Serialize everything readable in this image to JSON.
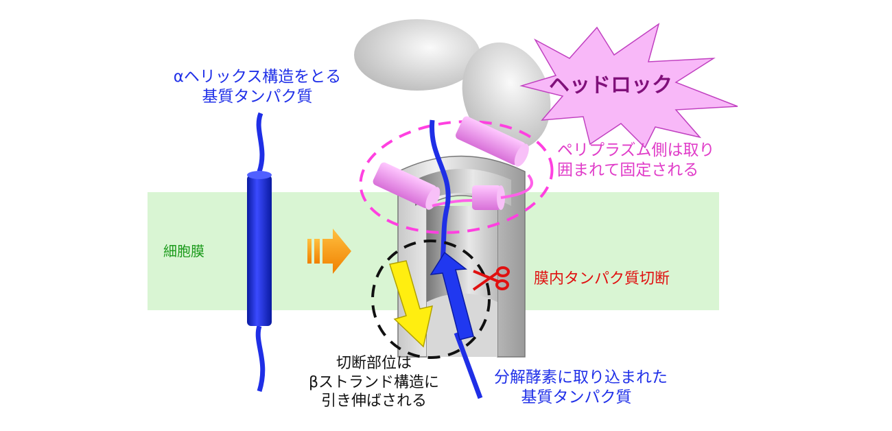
{
  "labels": {
    "alpha_helix_substrate": [
      "αヘリックス構造をとる",
      "基質タンパク質"
    ],
    "headlock": "ヘッドロック",
    "periplasm": [
      "ペリプラズム側は取り",
      "囲まれて固定される"
    ],
    "cell_membrane": "細胞膜",
    "intramembrane_cleavage": "膜内タンパク質切断",
    "cleavage_site": [
      "切断部位は",
      "βストランド構造に",
      "引き伸ばされる"
    ],
    "captured_substrate": [
      "分解酵素に取り込まれた",
      "基質タンパク質"
    ]
  },
  "colors": {
    "membrane": "#d9f5d3",
    "substrate": "#1f2fe6",
    "helix_pink": "#f0a0f0",
    "dashed_magenta": "#ff40e0"
  }
}
